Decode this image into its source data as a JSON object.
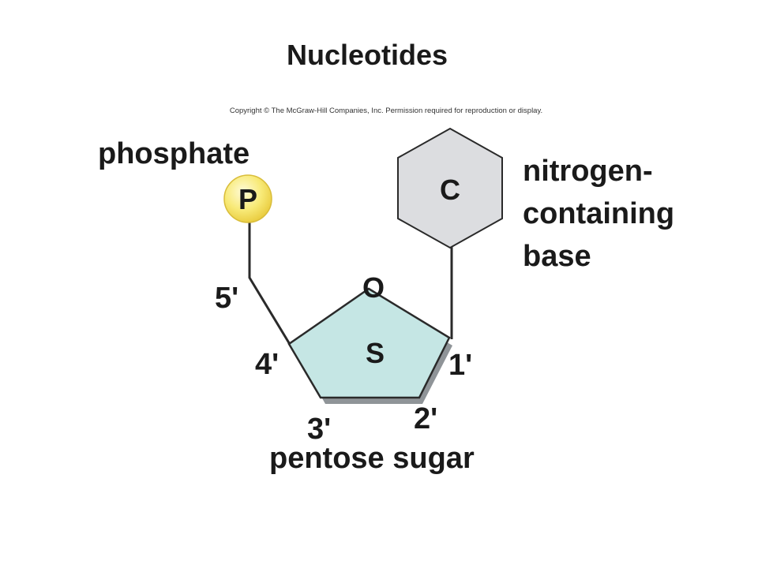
{
  "title": "Nucleotides",
  "copyright": "Copyright © The McGraw-Hill Companies, Inc. Permission required for reproduction or display.",
  "labels": {
    "phosphate": "phosphate",
    "base": "nitrogen-\ncontaining\nbase",
    "sugar": "pentose sugar"
  },
  "symbols": {
    "phosphate": "P",
    "base": "C",
    "ring_oxygen": "O",
    "sugar": "S"
  },
  "carbons": {
    "c1": "1'",
    "c2": "2'",
    "c3": "3'",
    "c4": "4'",
    "c5": "5'"
  },
  "colors": {
    "phosphate_fill": "#f6e35a",
    "base_fill": "#dcdde0",
    "sugar_fill": "#c5e6e4",
    "sugar_shadow": "#8f9498",
    "stroke": "#2a2a2a"
  }
}
